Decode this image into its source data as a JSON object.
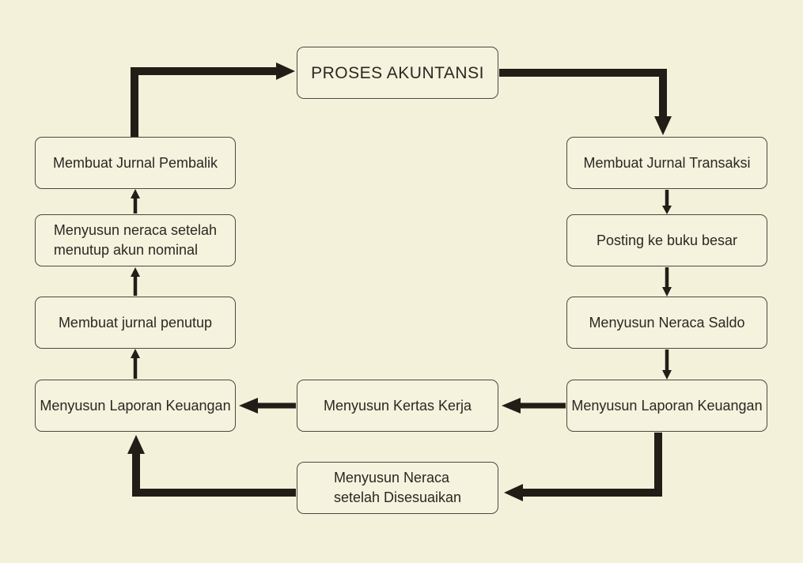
{
  "diagram": {
    "type": "flowchart-cycle",
    "language": "Indonesian",
    "topic": "Accounting process cycle"
  },
  "colors": {
    "background": "#f4f1db",
    "box_fill": "#f5f2de",
    "box_border": "#4c4940",
    "arrow": "#211e17",
    "text": "#2b2822"
  },
  "nodes": {
    "title": {
      "label": "PROSES AKUNTANSI"
    },
    "r1": {
      "label": "Membuat Jurnal Transaksi"
    },
    "r2": {
      "label": "Posting ke buku besar"
    },
    "r3": {
      "label": "Menyusun Neraca Saldo"
    },
    "r4": {
      "label": "Menyusun Laporan Keuangan"
    },
    "mid": {
      "label": "Menyusun Kertas Kerja"
    },
    "bottom": {
      "lines": [
        "Menyusun Neraca",
        "setelah Disesuaikan"
      ]
    },
    "l4": {
      "label": "Menyusun Laporan Keuangan"
    },
    "l3": {
      "label": "Membuat jurnal penutup"
    },
    "l2": {
      "lines": [
        "Menyusun neraca setelah",
        "menutup akun nominal"
      ]
    },
    "l1": {
      "label": "Membuat Jurnal Pembalik"
    }
  },
  "edges": [
    {
      "from": "Membuat Jurnal Pembalik",
      "to": "PROSES AKUNTANSI",
      "style": "thick elbow up-right"
    },
    {
      "from": "PROSES AKUNTANSI",
      "to": "Membuat Jurnal Transaksi",
      "style": "thick elbow right-down"
    },
    {
      "from": "Membuat Jurnal Transaksi",
      "to": "Posting ke buku besar",
      "style": "thin down"
    },
    {
      "from": "Posting ke buku besar",
      "to": "Menyusun Neraca Saldo",
      "style": "thin down"
    },
    {
      "from": "Menyusun Neraca Saldo",
      "to": "Menyusun Laporan Keuangan (right)",
      "style": "thin down"
    },
    {
      "from": "Menyusun Laporan Keuangan (right)",
      "to": "Menyusun Neraca setelah Disesuaikan",
      "style": "thick elbow down-left"
    },
    {
      "from": "Menyusun Laporan Keuangan (right)",
      "to": "Menyusun Kertas Kerja",
      "style": "medium left"
    },
    {
      "from": "Menyusun Kertas Kerja",
      "to": "Menyusun Laporan Keuangan (left)",
      "style": "medium left"
    },
    {
      "from": "Menyusun Neraca setelah Disesuaikan",
      "to": "Menyusun Laporan Keuangan (left)",
      "style": "thick elbow left-up"
    },
    {
      "from": "Menyusun Laporan Keuangan (left)",
      "to": "Membuat jurnal penutup",
      "style": "thin up"
    },
    {
      "from": "Membuat jurnal penutup",
      "to": "Menyusun neraca setelah menutup akun nominal",
      "style": "thin up"
    },
    {
      "from": "Menyusun neraca setelah menutup akun nominal",
      "to": "Membuat Jurnal Pembalik",
      "style": "thin up"
    }
  ]
}
